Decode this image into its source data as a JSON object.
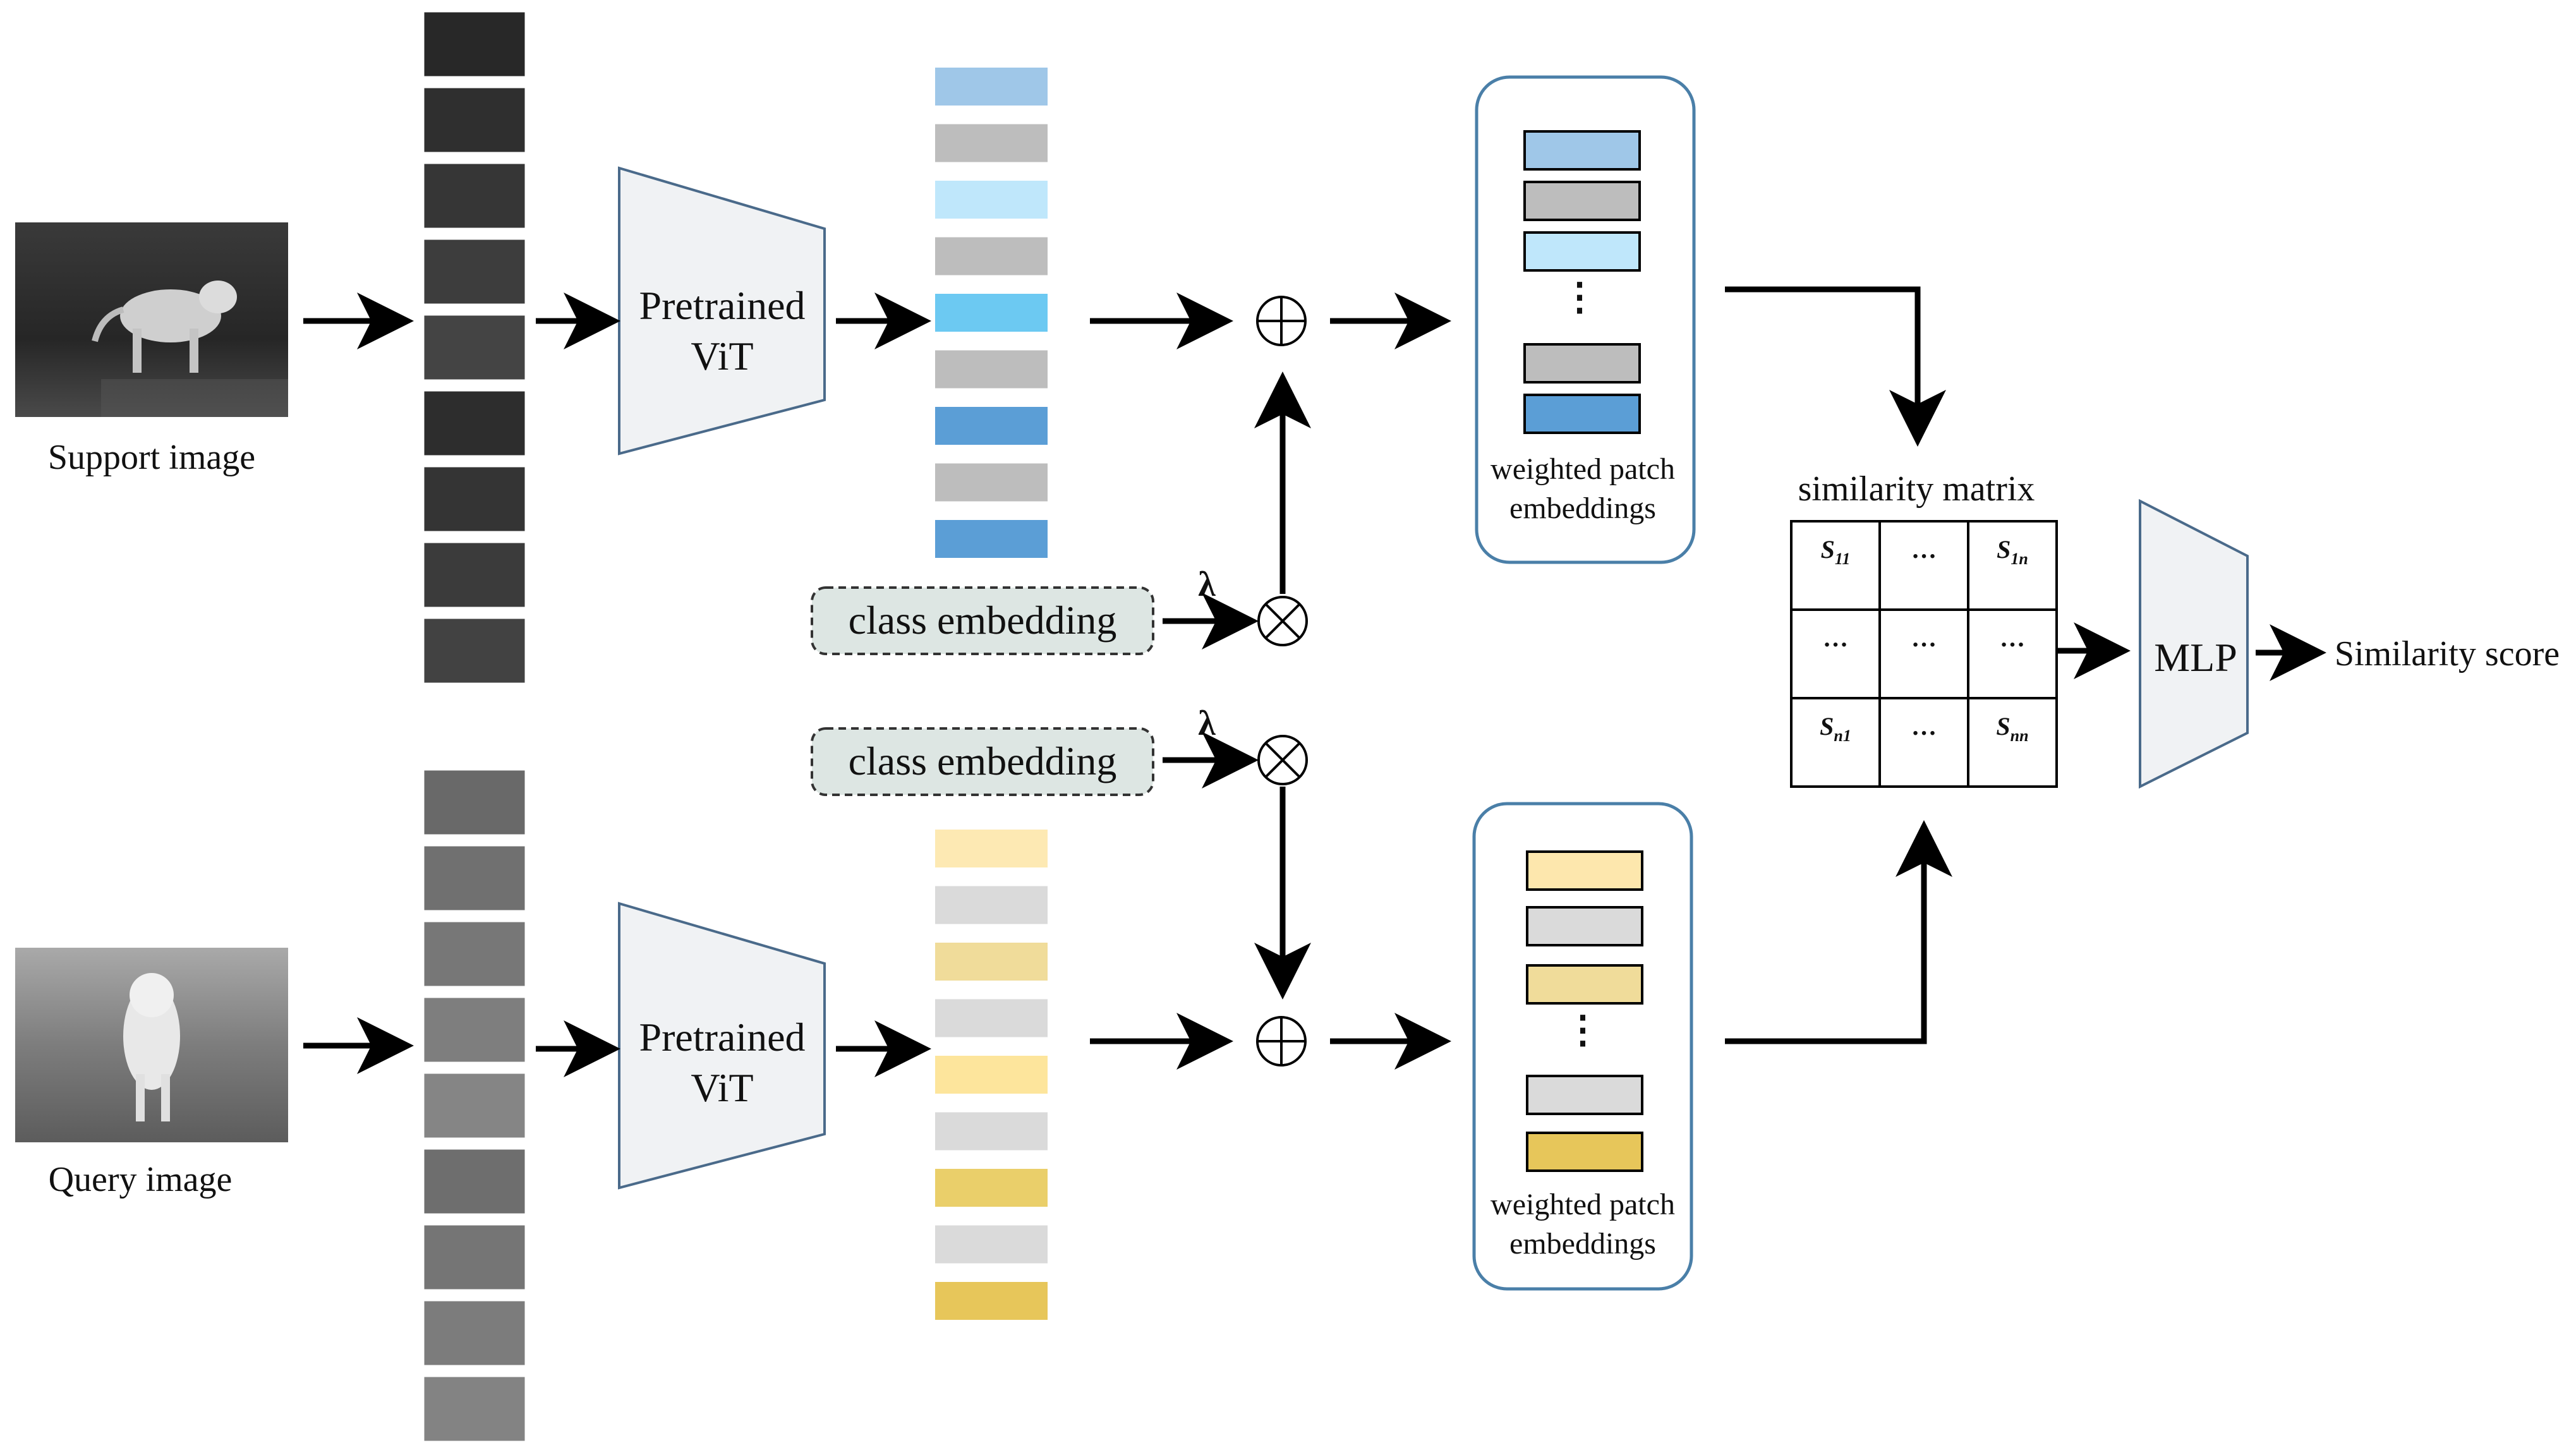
{
  "support": {
    "image_label": "Support image",
    "patch_count": 9,
    "encoder_label_line1": "Pretrained",
    "encoder_label_line2": "ViT",
    "token_colors": [
      "#9fc7e8",
      "#bdbdbd",
      "#bfe7fb",
      "#bdbdbd",
      "#6cc9f2",
      "#bdbdbd",
      "#5b9ed6",
      "#bdbdbd",
      "#5b9ed6"
    ],
    "weighted_colors": [
      "#9fc7e8",
      "#bdbdbd",
      "#bfe7fb",
      "#bdbdbd",
      "#5b9ed6"
    ],
    "weighted_label_line1": "weighted patch",
    "weighted_label_line2": "embeddings"
  },
  "query": {
    "image_label": "Query image",
    "patch_count": 9,
    "encoder_label_line1": "Pretrained",
    "encoder_label_line2": "ViT",
    "token_colors": [
      "#fde9b3",
      "#dadada",
      "#f0dc9a",
      "#dadada",
      "#fde59c",
      "#dadada",
      "#eacf6a",
      "#dadada",
      "#e7c65a"
    ],
    "weighted_colors": [
      "#fde7ad",
      "#dadada",
      "#f0dc9a",
      "#dadada",
      "#e7c65a"
    ],
    "weighted_label_line1": "weighted patch",
    "weighted_label_line2": "embeddings"
  },
  "class_embedding_label": "class embedding",
  "lambda_symbol": "λ",
  "add_symbol": "⊕",
  "multiply_symbol": "⊗",
  "vertical_ellipsis": "⋮",
  "similarity_matrix": {
    "title": "similarity matrix",
    "cells": [
      [
        "S11",
        "…",
        "S1n"
      ],
      [
        "…",
        "…",
        "…"
      ],
      [
        "Sn1",
        "…",
        "Snn"
      ]
    ]
  },
  "mlp_label": "MLP",
  "output_label": "Similarity score",
  "colors": {
    "encoder_fill": "#f0f2f4",
    "encoder_stroke": "#4a6a8a",
    "class_embedding_fill": "#dde6e3",
    "panel_stroke": "#4a7fa8"
  }
}
